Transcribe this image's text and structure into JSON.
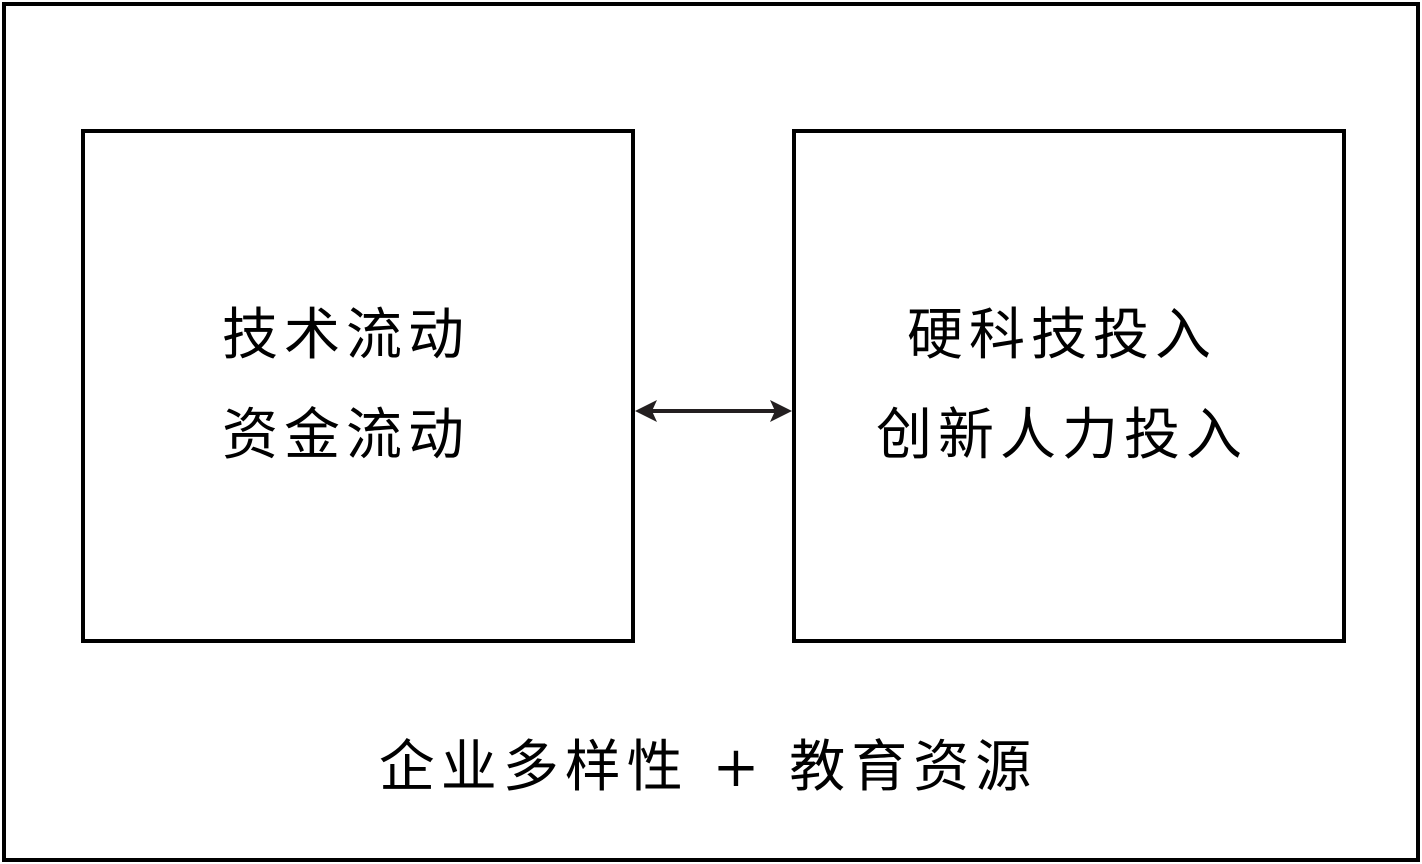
{
  "diagram": {
    "left_box": {
      "lines": [
        "技术流动",
        "资金流动"
      ]
    },
    "right_box": {
      "lines": [
        "硬科技投入",
        "创新人力投入"
      ]
    },
    "connector": "bidirectional-arrow",
    "caption": "企业多样性 + 教育资源"
  },
  "colors": {
    "stroke": "#000000",
    "arrow": "#231f20",
    "background": "#ffffff"
  }
}
